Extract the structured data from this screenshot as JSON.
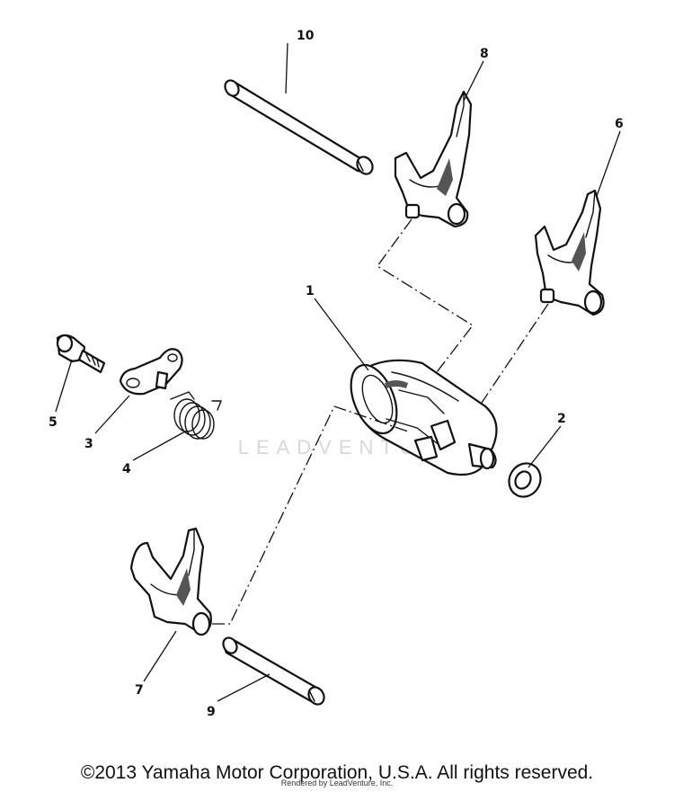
{
  "parts": [
    {
      "number": "1",
      "name": "shift-drum"
    },
    {
      "number": "2",
      "name": "washer"
    },
    {
      "number": "3",
      "name": "stopper-lever"
    },
    {
      "number": "4",
      "name": "torsion-spring"
    },
    {
      "number": "5",
      "name": "bolt"
    },
    {
      "number": "6",
      "name": "shift-fork"
    },
    {
      "number": "7",
      "name": "shift-fork"
    },
    {
      "number": "8",
      "name": "shift-fork"
    },
    {
      "number": "9",
      "name": "guide-bar"
    },
    {
      "number": "10",
      "name": "guide-bar"
    }
  ],
  "watermark": "LEADVENTURE",
  "footer": {
    "copyright": "©2013 Yamaha Motor Corporation, U.S.A. All rights reserved.",
    "rendered_by": "Rendered by LeadVenture, Inc."
  }
}
